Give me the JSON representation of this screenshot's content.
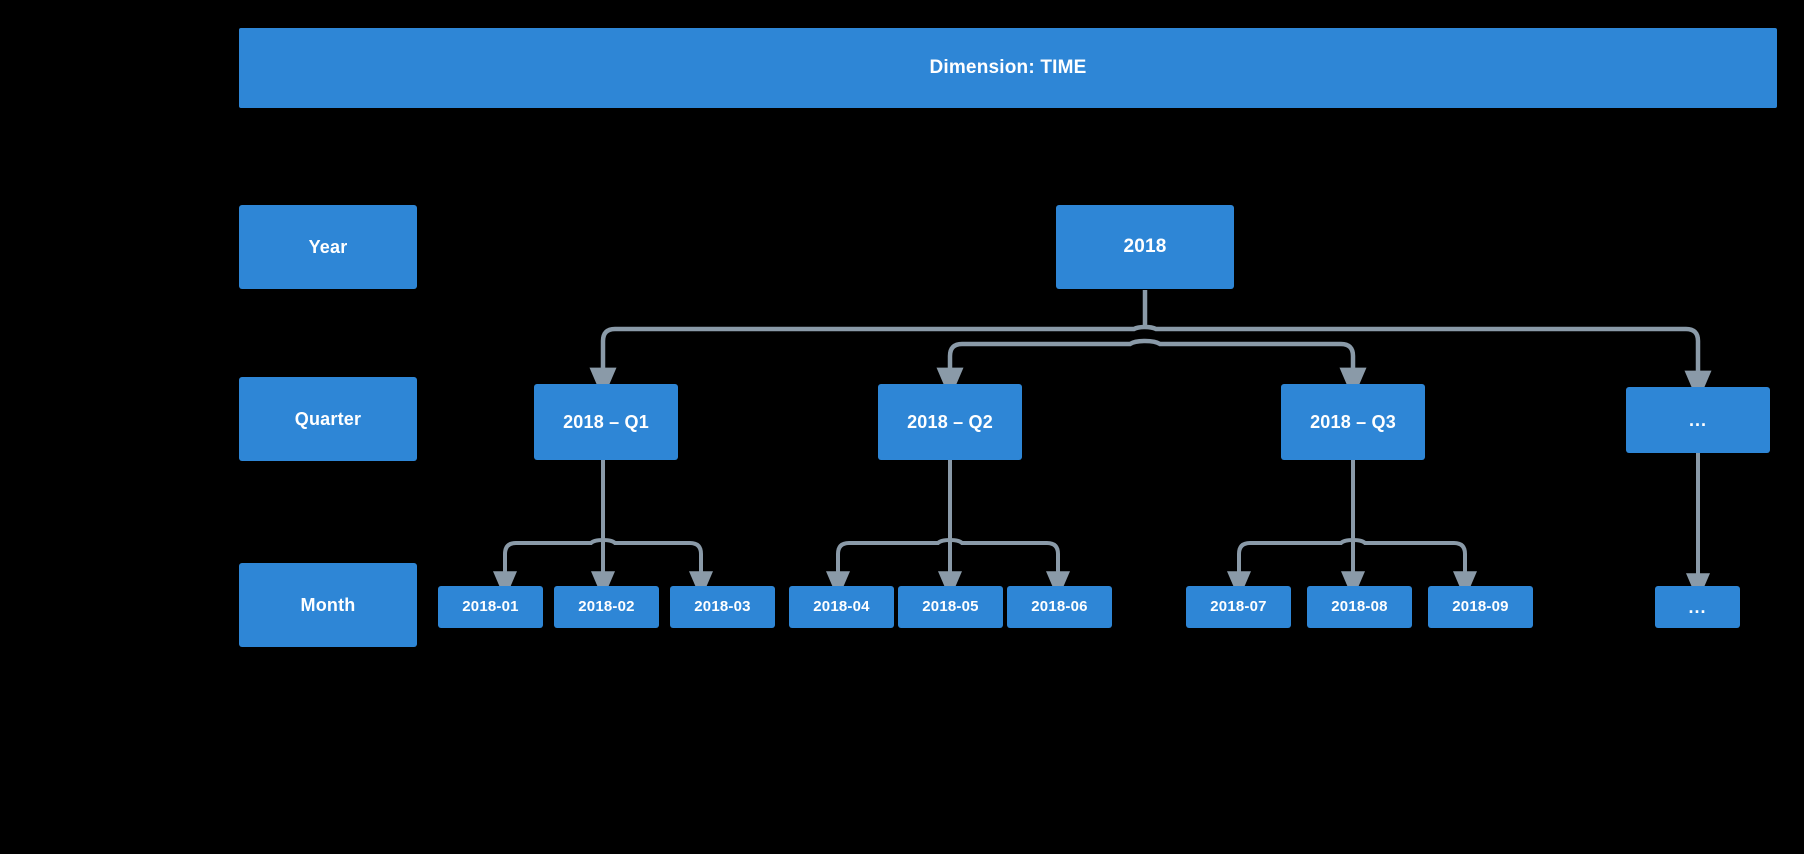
{
  "banner": {
    "label": "Dimension: TIME"
  },
  "colors": {
    "box_fill": "#2e86d6",
    "box_text": "#ffffff",
    "connector": "#8a9aa8",
    "background": "#000000"
  },
  "levels": [
    {
      "name": "year",
      "label": "Year"
    },
    {
      "name": "quarter",
      "label": "Quarter"
    },
    {
      "name": "month",
      "label": "Month"
    }
  ],
  "year_nodes": [
    {
      "name": "year-2018",
      "label": "2018"
    }
  ],
  "quarter_nodes": [
    {
      "name": "quarter-2018-q1",
      "label": "2018 – Q1"
    },
    {
      "name": "quarter-2018-q2",
      "label": "2018 – Q2"
    },
    {
      "name": "quarter-2018-q3",
      "label": "2018 – Q3"
    },
    {
      "name": "quarter-more",
      "label": "..."
    }
  ],
  "month_nodes": [
    {
      "name": "month-2018-01",
      "label": "2018-01"
    },
    {
      "name": "month-2018-02",
      "label": "2018-02"
    },
    {
      "name": "month-2018-03",
      "label": "2018-03"
    },
    {
      "name": "month-2018-04",
      "label": "2018-04"
    },
    {
      "name": "month-2018-05",
      "label": "2018-05"
    },
    {
      "name": "month-2018-06",
      "label": "2018-06"
    },
    {
      "name": "month-2018-07",
      "label": "2018-07"
    },
    {
      "name": "month-2018-08",
      "label": "2018-08"
    },
    {
      "name": "month-2018-09",
      "label": "2018-09"
    },
    {
      "name": "month-more",
      "label": "..."
    }
  ]
}
